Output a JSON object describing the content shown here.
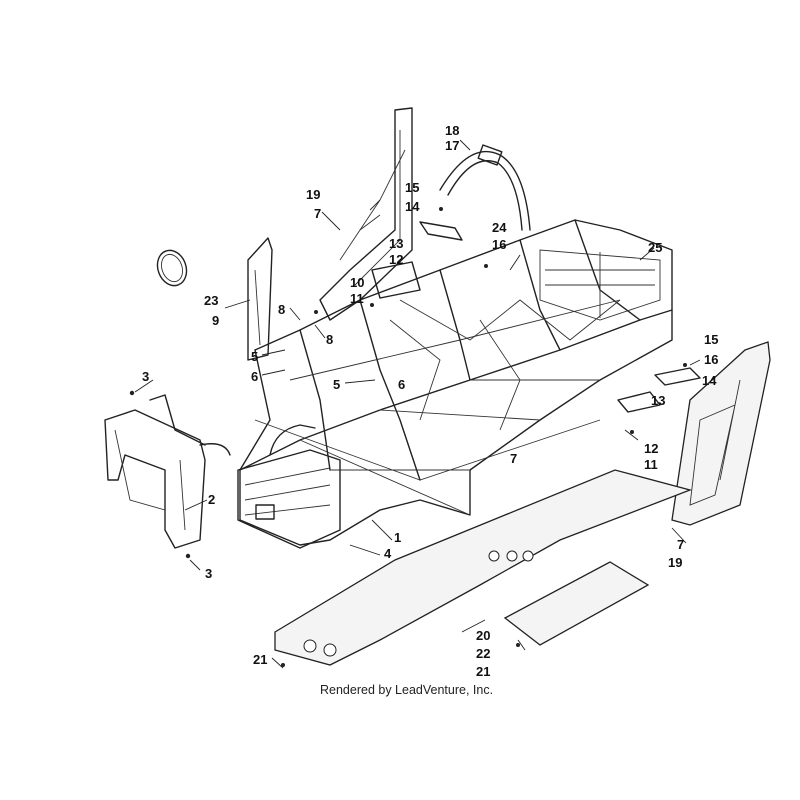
{
  "callouts": [
    "1",
    "2",
    "3",
    "3",
    "4",
    "5",
    "5",
    "6",
    "6",
    "7",
    "7",
    "7",
    "8",
    "8",
    "9",
    "10",
    "11",
    "11",
    "12",
    "12",
    "13",
    "13",
    "14",
    "14",
    "15",
    "15",
    "16",
    "16",
    "17",
    "18",
    "19",
    "19",
    "20",
    "21",
    "21",
    "22",
    "23",
    "24",
    "25"
  ],
  "credit": "Rendered by LeadVenture, Inc."
}
